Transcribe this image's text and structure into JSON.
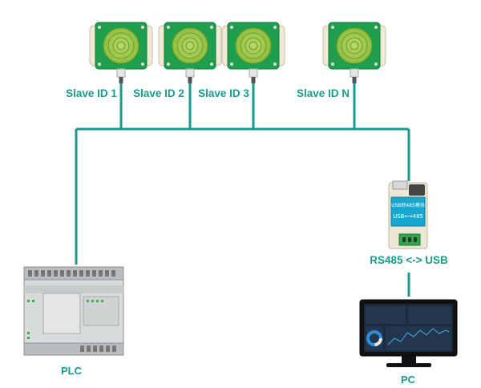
{
  "sensors": [
    {
      "label": "Slave ID 1"
    },
    {
      "label": "Slave ID 2"
    },
    {
      "label": "Slave ID 3"
    },
    {
      "label": "Slave ID N"
    }
  ],
  "converter": {
    "label": "RS485 <-> USB",
    "device_text_top": "USB转485模块",
    "device_text_bottom": "USB⟷485"
  },
  "plc": {
    "label": "PLC"
  },
  "pc": {
    "label": "PC"
  },
  "colors": {
    "bus": "#1a9a8c",
    "sensor_board": "#1f9e4e",
    "sensor_case": "#efe9d6",
    "label": "#1a9a8c"
  }
}
